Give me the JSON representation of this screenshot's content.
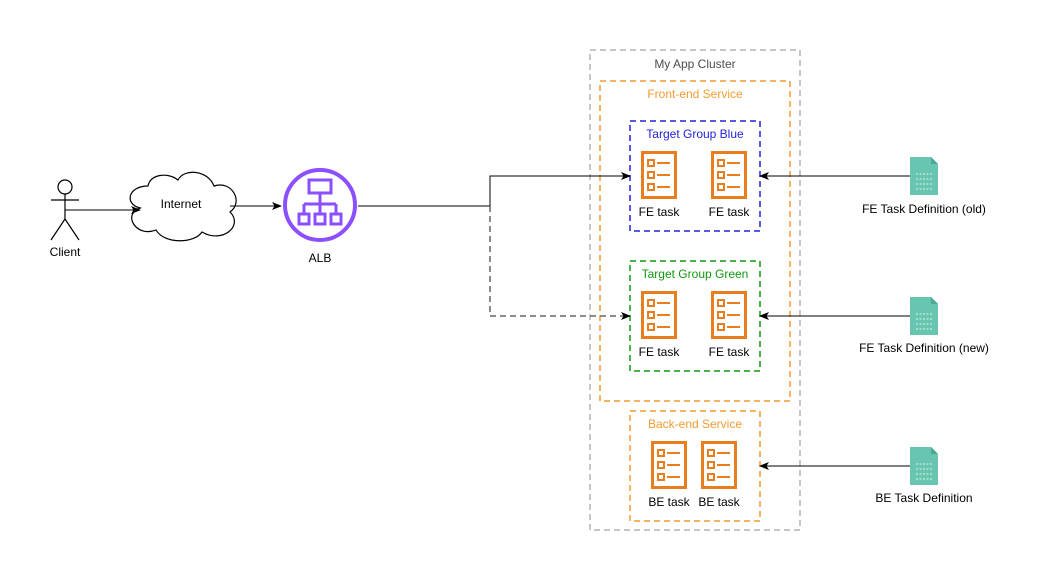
{
  "client": {
    "label": "Client"
  },
  "internet": {
    "label": "Internet"
  },
  "alb": {
    "label": "ALB"
  },
  "cluster": {
    "label": "My App Cluster"
  },
  "frontend_service": {
    "label": "Front-end Service"
  },
  "target_group_blue": {
    "label": "Target Group Blue",
    "tasks": [
      "FE task",
      "FE task"
    ]
  },
  "target_group_green": {
    "label": "Target Group Green",
    "tasks": [
      "FE task",
      "FE task"
    ]
  },
  "backend_service": {
    "label": "Back-end Service",
    "tasks": [
      "BE task",
      "BE task"
    ]
  },
  "task_definitions": {
    "fe_old": "FE Task Definition (old)",
    "fe_new": "FE Task Definition (new)",
    "be": "BE Task Definition"
  },
  "colors": {
    "cluster_border": "#b3b3b3",
    "cluster_text": "#4d4d4d",
    "service_orange": "#f39b2f",
    "task_icon_orange": "#e87e1e",
    "blue_group": "#2222dd",
    "green_group": "#119911",
    "alb_purple": "#8c4fff",
    "doc_teal": "#67c5b0",
    "dashed_arrow": "#666666"
  },
  "icons": {
    "client": "person-icon",
    "internet": "cloud-icon",
    "alb": "load-balancer-icon",
    "task": "ecs-task-icon",
    "task_definition": "document-icon"
  }
}
